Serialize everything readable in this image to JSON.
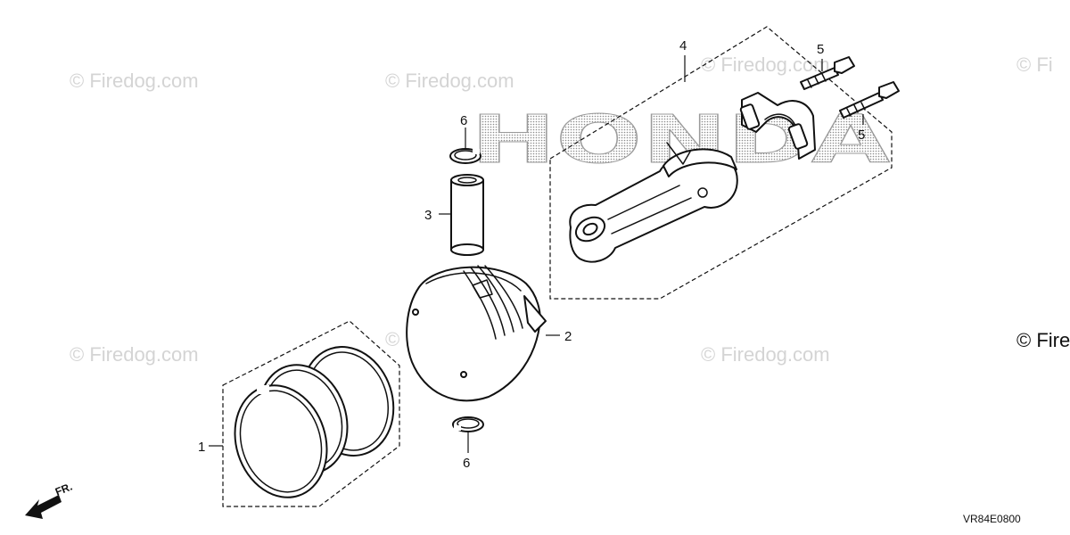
{
  "watermarks": [
    {
      "text": "© Firedog.com"
    },
    {
      "text": "© Firedog.com"
    },
    {
      "text": "© Firedog.com"
    },
    {
      "text": "© Fi"
    },
    {
      "text": "© Firedog.com"
    },
    {
      "text": "© Firedog.com"
    },
    {
      "text": "© Firedog.com"
    }
  ],
  "brand_watermark": {
    "text": "HONDA",
    "color": "#9a9a9a"
  },
  "copyright_edge": "© Fire",
  "callouts": [
    {
      "label": "1"
    },
    {
      "label": "2"
    },
    {
      "label": "3"
    },
    {
      "label": "4"
    },
    {
      "label": "5"
    },
    {
      "label": "5"
    },
    {
      "label": "6"
    },
    {
      "label": "6"
    }
  ],
  "direction_indicator": {
    "label": "FR."
  },
  "diagram_code": "VR84E0800",
  "parts": [
    {
      "icon": "piston-ring-set-icon"
    },
    {
      "icon": "piston-icon"
    },
    {
      "icon": "piston-pin-icon"
    },
    {
      "icon": "connecting-rod-icon"
    },
    {
      "icon": "bolt-icon"
    },
    {
      "icon": "snap-ring-icon"
    }
  ]
}
